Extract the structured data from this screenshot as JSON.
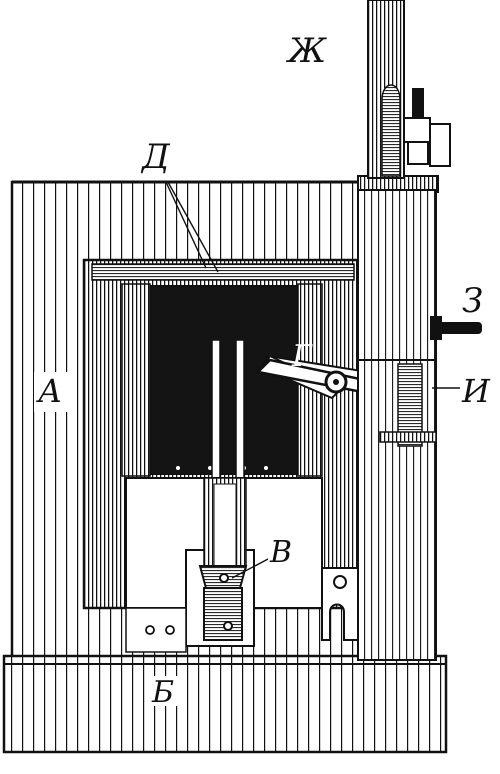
{
  "labels": {
    "A": "А",
    "B": "Б",
    "V": "В",
    "G": "Г",
    "D": "Д",
    "Zh": "Ж",
    "Z": "З",
    "I": "И"
  },
  "colors": {
    "ink": "#111111",
    "paper": "#ffffff",
    "dark_chamber": "#141414"
  }
}
